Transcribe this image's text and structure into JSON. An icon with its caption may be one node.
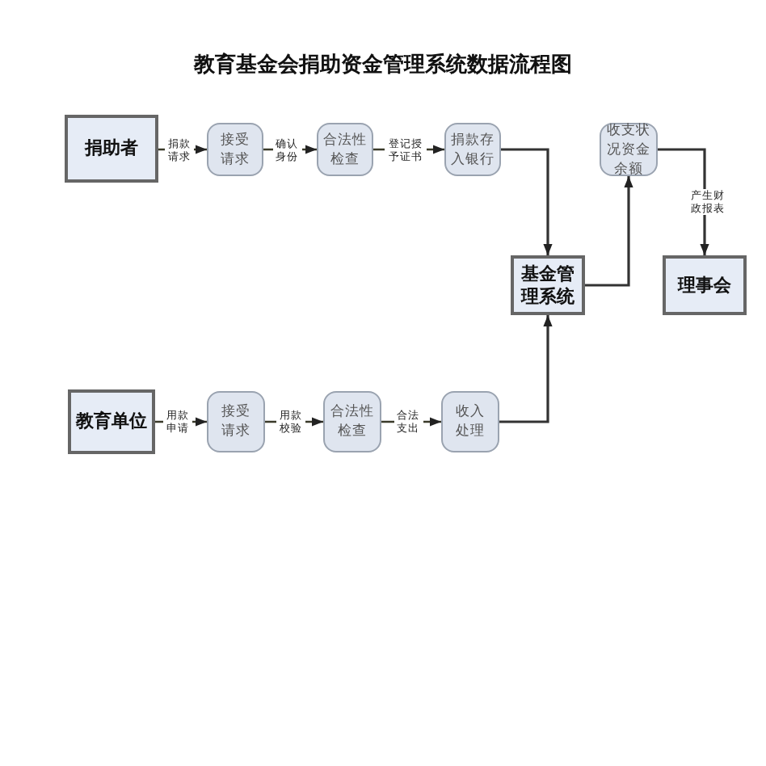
{
  "diagram": {
    "title": "教育基金会捐助资金管理系统数据流程图",
    "nodes": [
      {
        "text": [
          "捐助者"
        ]
      },
      {
        "text": [
          "接受请求"
        ]
      },
      {
        "text": [
          "合法性检查"
        ]
      },
      {
        "text": [
          "捐款存入银行"
        ]
      },
      {
        "text": [
          "收支状况资金余额"
        ]
      },
      {
        "text": [
          "基金管理系统"
        ]
      },
      {
        "text": [
          "理事会"
        ]
      },
      {
        "text": [
          "教育单位"
        ]
      },
      {
        "text": [
          "接受请求"
        ]
      },
      {
        "text": [
          "合法性检查"
        ]
      },
      {
        "text": [
          "收入处理"
        ]
      }
    ],
    "edges": [
      {
        "from": 0,
        "to": 1,
        "arrow": "to",
        "label": "捐款请求"
      },
      {
        "from": 1,
        "to": 2,
        "arrow": "to",
        "label": "确认身份"
      },
      {
        "from": 2,
        "to": 3,
        "arrow": "to",
        "label": "登记授予证书"
      },
      {
        "from": 3,
        "to": 5,
        "arrow": "to"
      },
      {
        "from": 5,
        "to": 4,
        "arrow": "to"
      },
      {
        "from": 4,
        "to": 6,
        "arrow": "to",
        "label": "产生财政报表"
      },
      {
        "from": 7,
        "to": 8,
        "arrow": "to",
        "label": "用款申请"
      },
      {
        "from": 8,
        "to": 9,
        "arrow": "to",
        "label": "用款校验"
      },
      {
        "from": 9,
        "to": 10,
        "arrow": "to",
        "label": "合法支出"
      },
      {
        "from": 10,
        "to": 5,
        "arrow": "to"
      }
    ]
  }
}
